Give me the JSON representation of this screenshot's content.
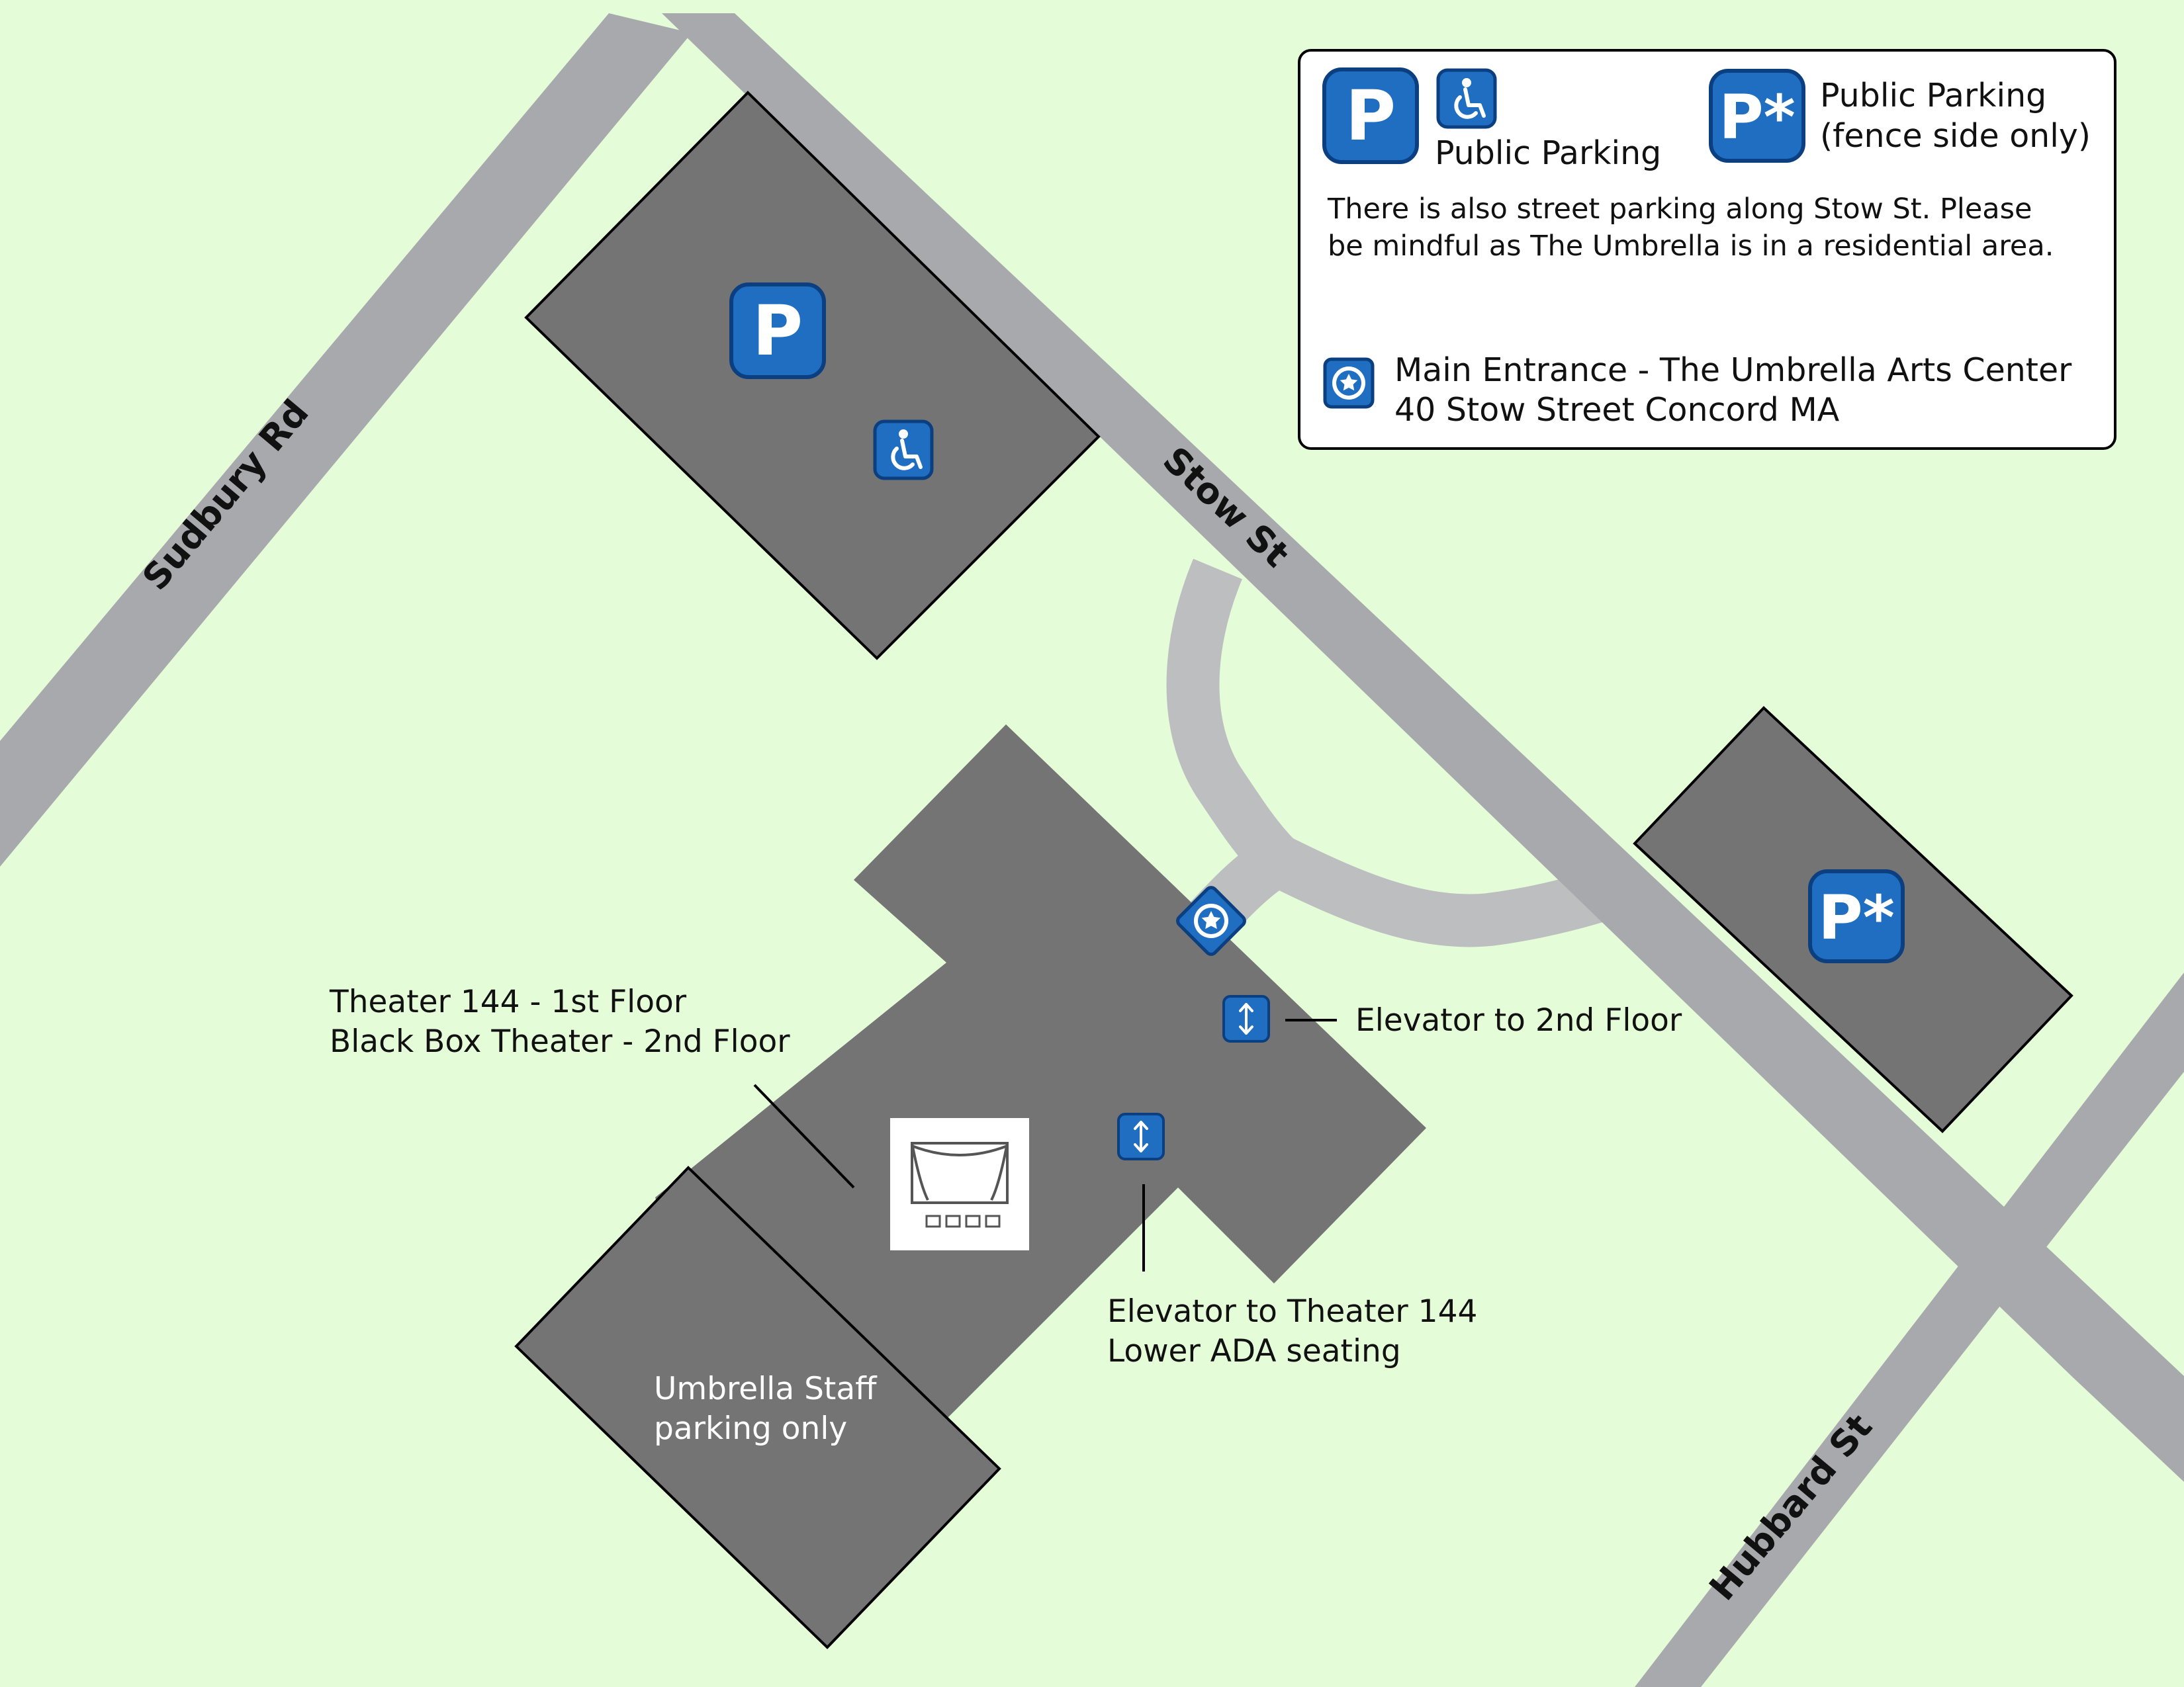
{
  "map": {
    "background_color": "#e5fcd9",
    "road_color": "#a7a9ac",
    "driveway_color": "#bcbec0",
    "building_color": "#747474",
    "icon_color": "#1f6ec2",
    "roads": [
      {
        "id": "sudbury",
        "label": "Sudbury Rd"
      },
      {
        "id": "stow",
        "label": "Stow St"
      },
      {
        "id": "hubbard",
        "label": "Hubbard St"
      }
    ],
    "lots": {
      "north_lot": {
        "icon": "parking-icon",
        "icon_text": "P",
        "accessible_icon": "wheelchair-icon"
      },
      "east_lot": {
        "icon": "parking-fence-icon",
        "icon_text": "P*"
      },
      "staff_lot": {
        "label_line1": "Umbrella Staff",
        "label_line2": "parking only"
      }
    },
    "annotations": {
      "theater_line1": "Theater 144 - 1st Floor",
      "theater_line2": "Black Box Theater - 2nd Floor",
      "elevator_2nd": "Elevator to 2nd Floor",
      "elevator_144_line1": "Elevator to Theater 144",
      "elevator_144_line2": "Lower ADA seating"
    }
  },
  "legend": {
    "public_parking_icon_text": "P",
    "public_parking_label": "Public Parking",
    "fence_parking_icon_text": "P*",
    "fence_parking_line1": "Public Parking",
    "fence_parking_line2": "(fence side only)",
    "street_note_line1": "There is also street parking along Stow St. Please",
    "street_note_line2": "be mindful as The Umbrella is in a residential area.",
    "entrance_line1": "Main Entrance - The Umbrella Arts Center",
    "entrance_line2": "40 Stow Street Concord MA"
  }
}
